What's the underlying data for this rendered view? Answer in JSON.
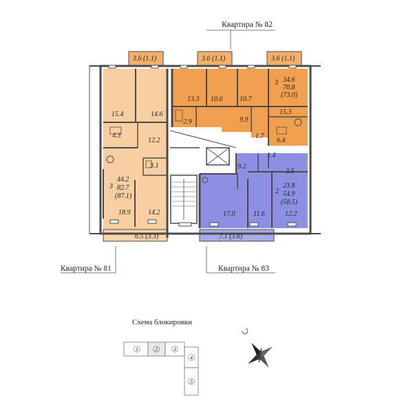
{
  "apartment_labels": {
    "apt82": "Квартира № 82",
    "apt81": "Квартира № 81",
    "apt83": "Квартира № 83"
  },
  "colors": {
    "apt81": "#f9cfa2",
    "apt82": "#f0a04f",
    "apt83": "#8d8fe3",
    "walls": "#4a4a4a",
    "balcony81": "#f8d4aa",
    "balcony82": "#f3b06a",
    "balcony83": "#a9abe9"
  },
  "balconies": {
    "b82_1": "3.6 (1.1)",
    "b82_2": "3.6 (1.1)",
    "b82_3": "3.6 (1.1)",
    "b81": "6.5 (3.3)",
    "b83": "7.1 (3.6)"
  },
  "apt82": {
    "rooms": [
      "13.3",
      "10.6",
      "10.7",
      "15.3",
      "2.9",
      "9.9",
      "1.7",
      "6.4"
    ],
    "summary": {
      "rooms_count": "3",
      "living": "34.6",
      "total": "70.8",
      "total_with_balcony": "(73.0)"
    }
  },
  "apt81": {
    "rooms": [
      "15.4",
      "14.6",
      "4.3",
      "12.2",
      "3.1",
      "18.9",
      "14.2"
    ],
    "summary": {
      "rooms_count": "3",
      "living": "44.2",
      "total": "82.7",
      "total_with_balcony": "(87.1)"
    }
  },
  "apt83": {
    "rooms": [
      "1.4",
      "3.5",
      "9.2",
      "17.0",
      "11.6",
      "12.2"
    ],
    "summary": {
      "rooms_count": "2",
      "living": "23.8",
      "total": "54.9",
      "total_with_balcony": "(58.5)"
    }
  },
  "block_scheme": {
    "title": "Схема блокировки",
    "sections": [
      "1",
      "2",
      "3",
      "4",
      "5"
    ]
  }
}
